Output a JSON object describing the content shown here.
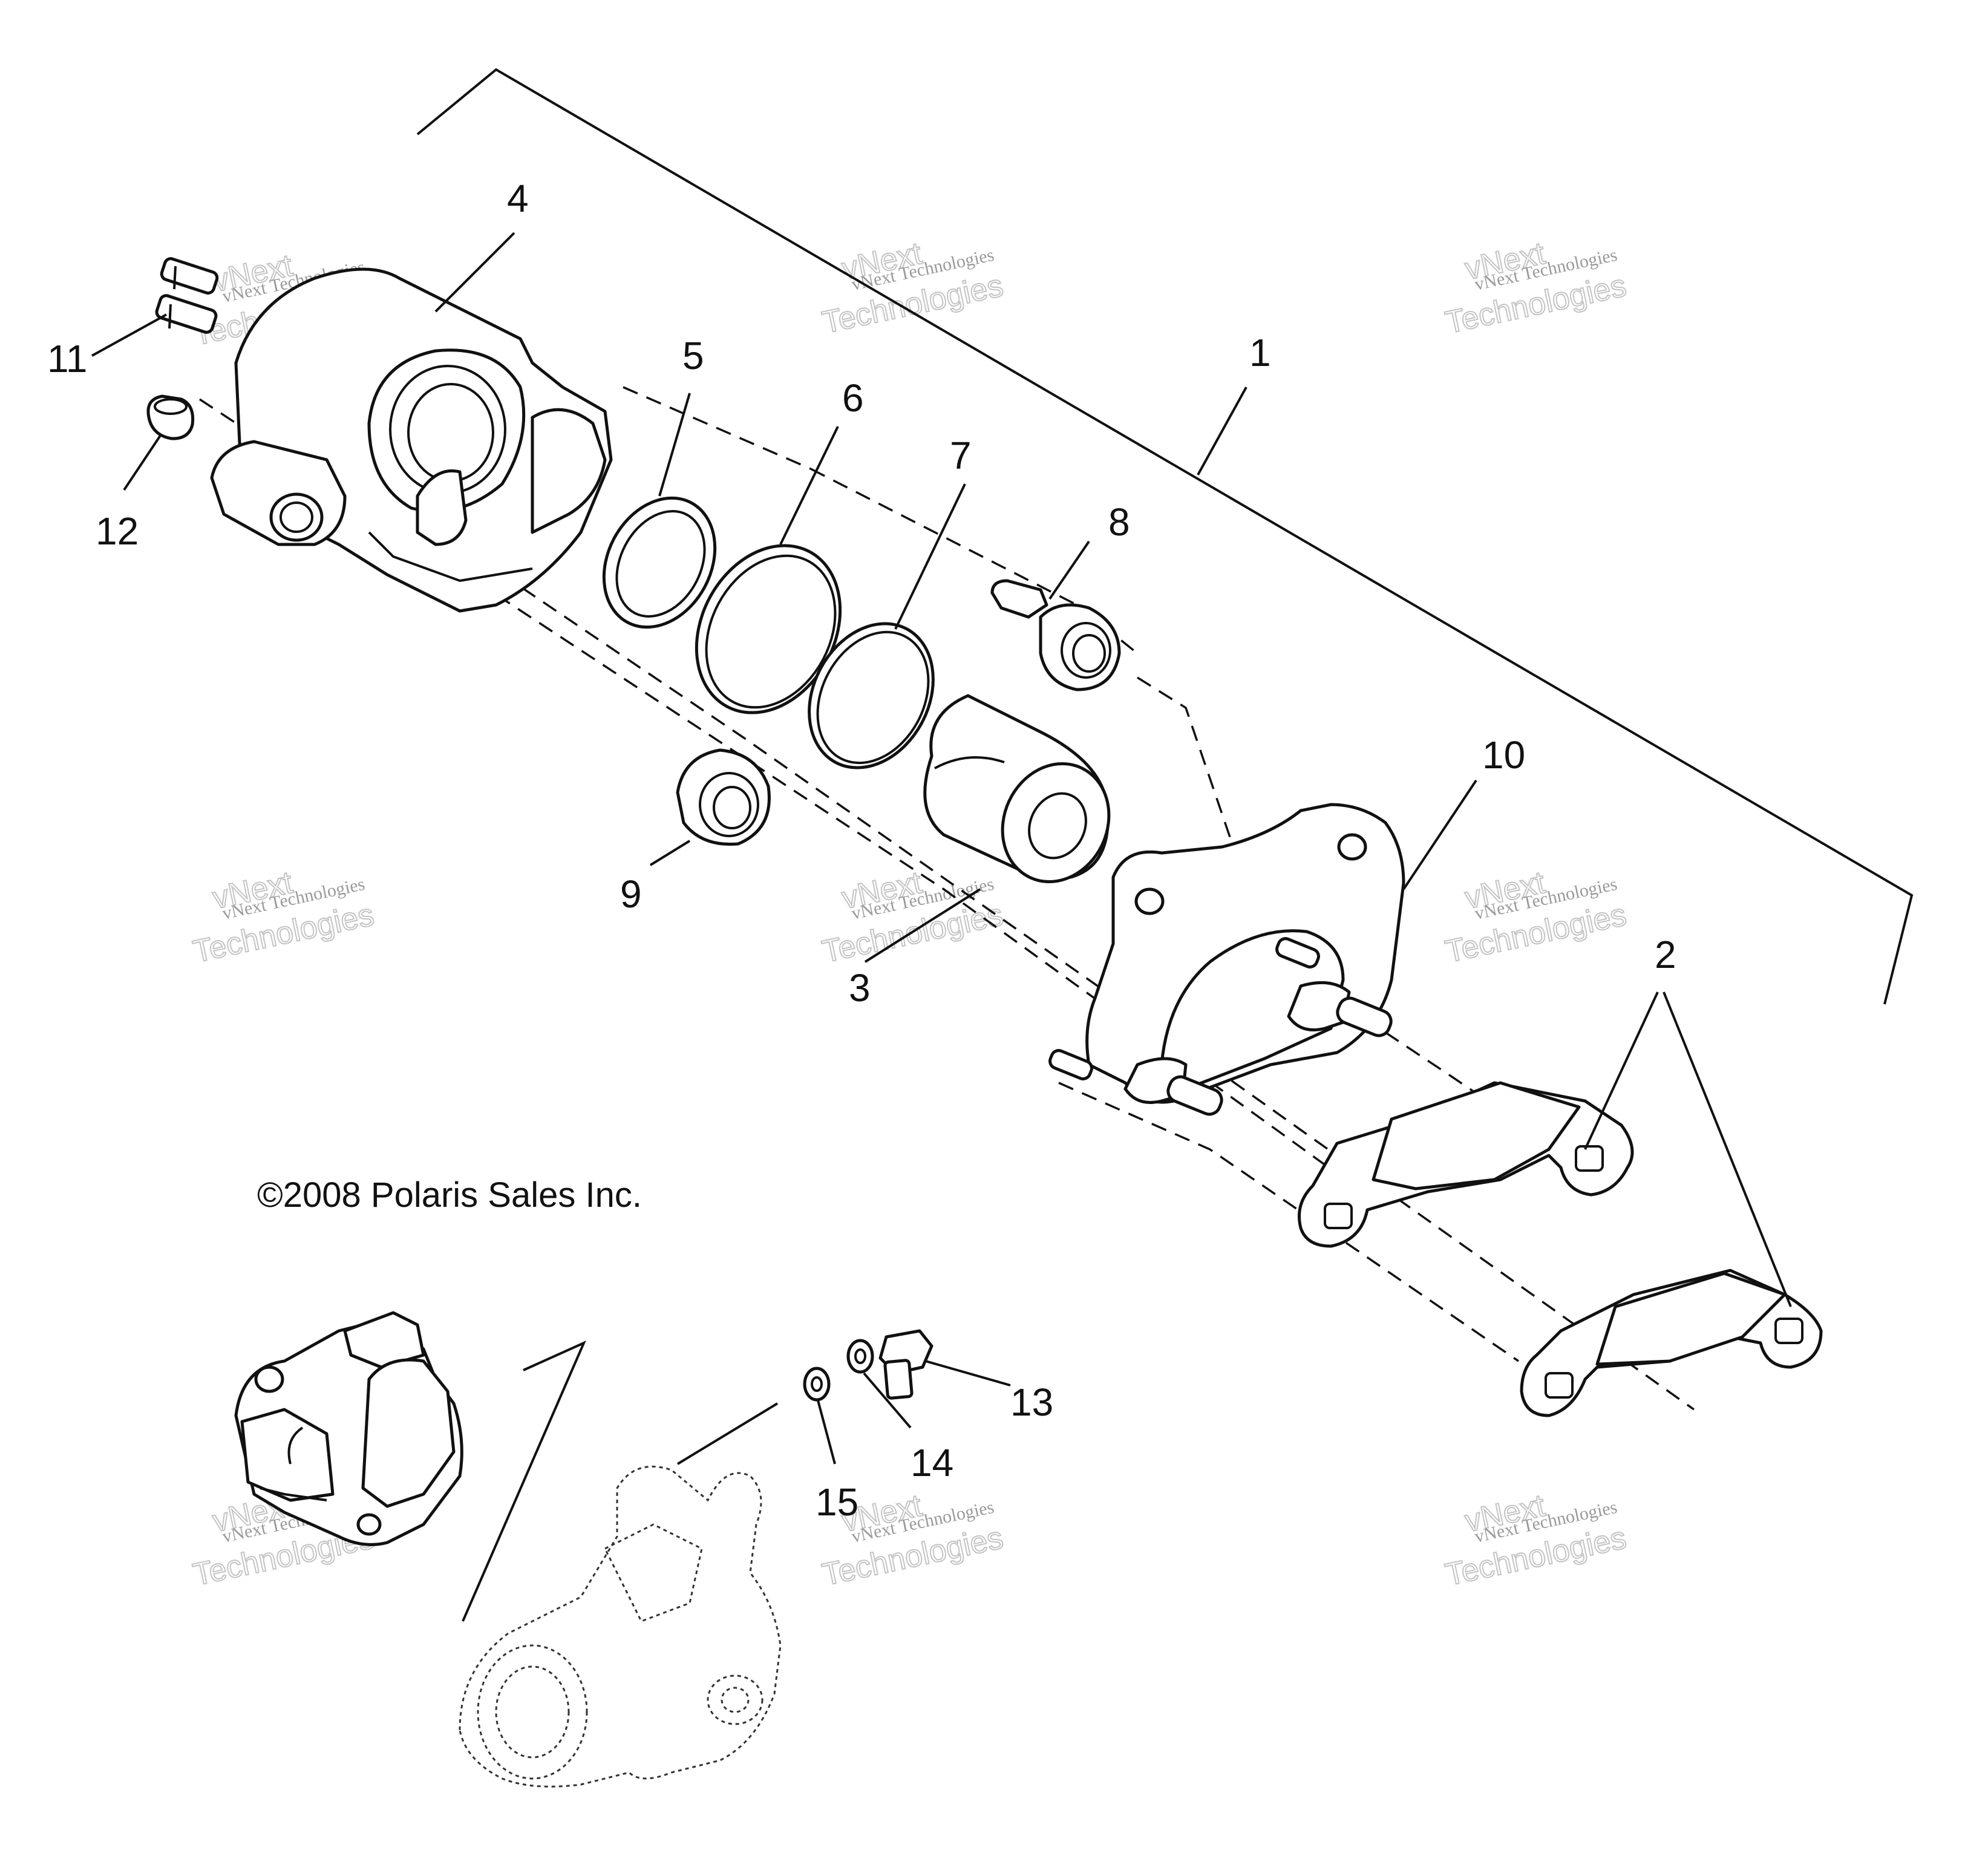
{
  "diagram": {
    "callouts": [
      "1",
      "2",
      "3",
      "4",
      "5",
      "6",
      "7",
      "8",
      "9",
      "10",
      "11",
      "12",
      "13",
      "14",
      "15"
    ],
    "copyright": "©2008 Polaris Sales Inc.",
    "watermark": {
      "line1": "vNext Technologies",
      "line2": "vNext",
      "line3": "Technologies"
    }
  }
}
